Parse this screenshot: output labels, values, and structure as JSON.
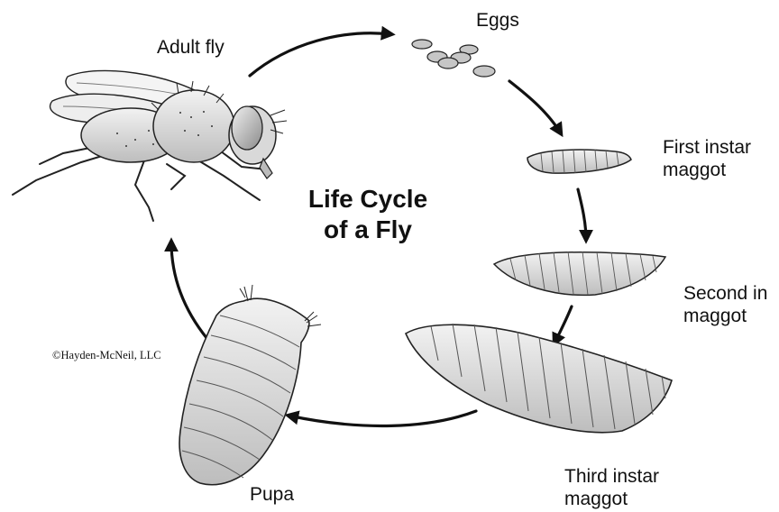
{
  "title": {
    "line1": "Life Cycle",
    "line2": "of a Fly"
  },
  "stages": {
    "adult": "Adult fly",
    "eggs": "Eggs",
    "first_line1": "First instar",
    "first_line2": "maggot",
    "second_line1": "Second in",
    "second_line2": "maggot",
    "third_line1": "Third instar",
    "third_line2": "maggot",
    "pupa": "Pupa"
  },
  "credit": "©Hayden-McNeil, LLC"
}
